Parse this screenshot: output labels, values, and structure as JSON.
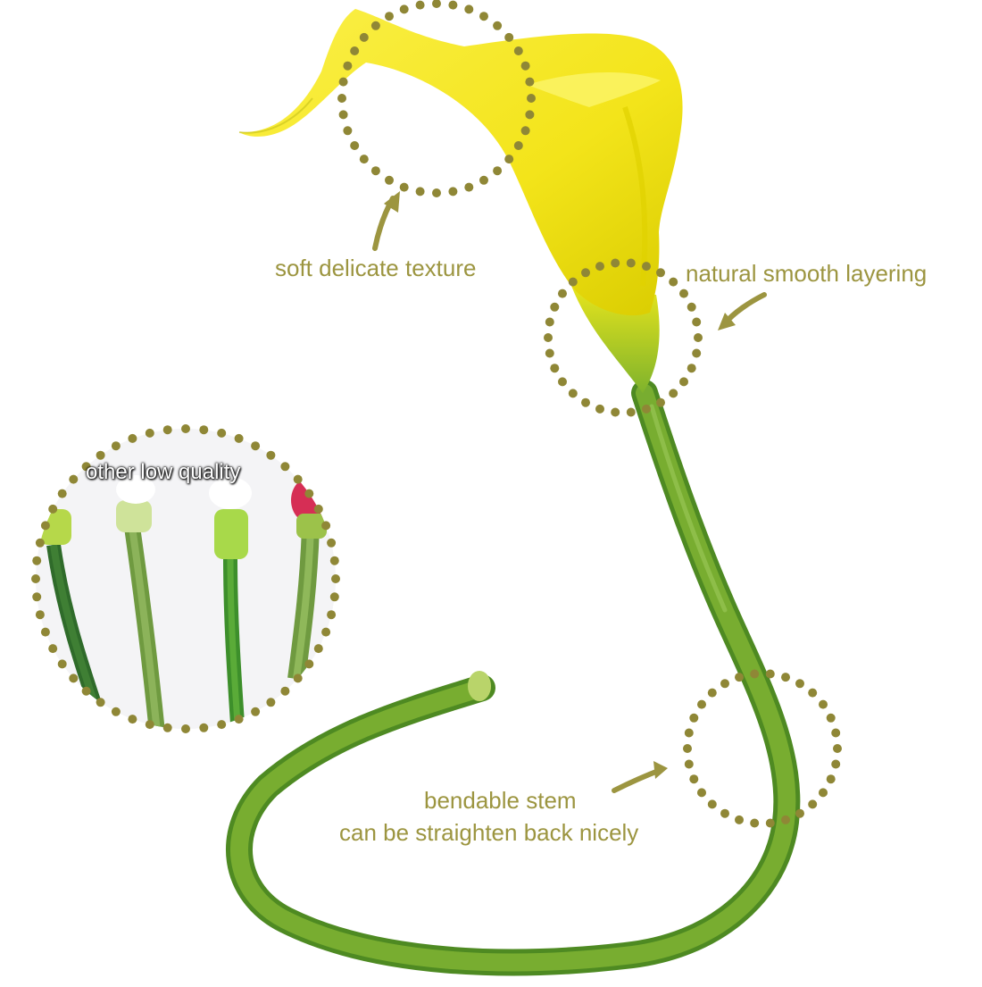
{
  "colors": {
    "annotation": "#9c9540",
    "dots": "#8f8736",
    "petal": "#f7ec2a",
    "petal_shadow": "#e4d400",
    "stem": "#6aa12a",
    "stem_dark": "#4e8a22",
    "background": "#ffffff"
  },
  "annotations": {
    "soft_texture": "soft delicate texture",
    "natural_layering": "natural smooth layering",
    "bendable_line1": "bendable stem",
    "bendable_line2": "can be straighten back nicely",
    "other_low_quality": "other low quality"
  },
  "icons": {
    "arrow": "curved-arrow-icon",
    "highlight": "dotted-circle-icon"
  }
}
